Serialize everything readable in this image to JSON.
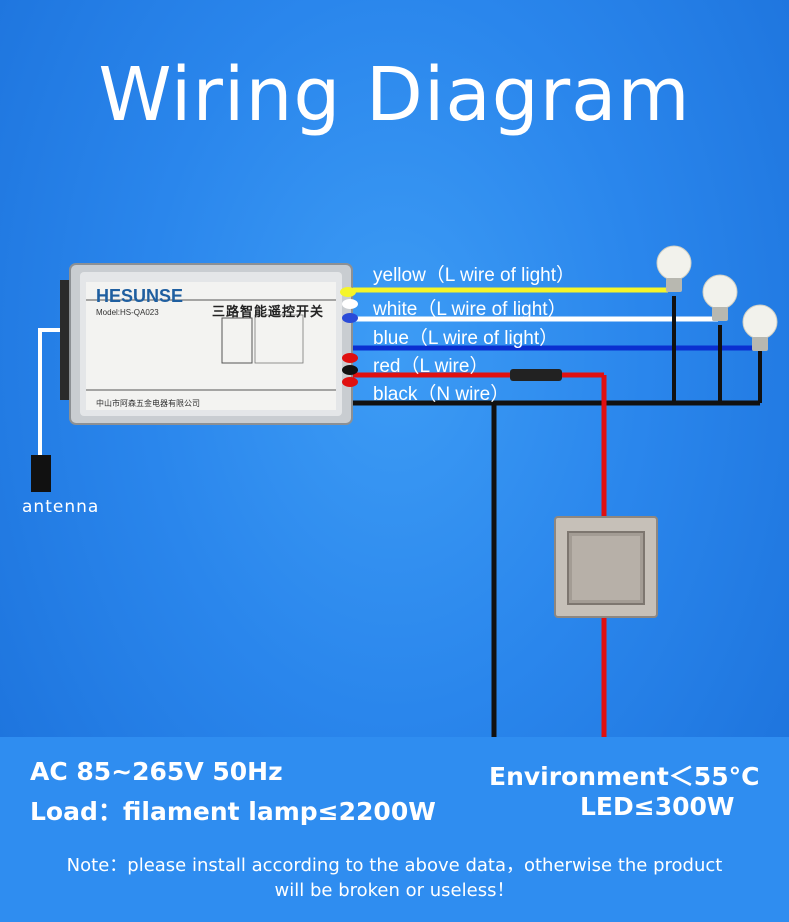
{
  "title": "Wiring Diagram",
  "wires": [
    {
      "color_name": "yellow",
      "label": "yellow（L wire of light）",
      "color": "#f5f52a"
    },
    {
      "color_name": "white",
      "label": "white（L wire of light）",
      "color": "#ffffff"
    },
    {
      "color_name": "blue",
      "label": "blue（L wire of light）",
      "color": "#0a2fd0"
    },
    {
      "color_name": "red",
      "label": "red（L wire）",
      "color": "#e01010"
    },
    {
      "color_name": "black",
      "label": "black（N wire）",
      "color": "#111111"
    }
  ],
  "antenna_label": "antenna",
  "device": {
    "brand": "HESUNSE",
    "model": "Model:HS-QA023",
    "name_cn": "三路智能遥控开关",
    "maker_cn": "中山市阿森五金电器有限公司"
  },
  "specs": {
    "voltage": "AC 85~265V  50Hz",
    "load": "Load：filament lamp≤2200W",
    "environment": "Environment＜55°C",
    "led": "LED≤300W"
  },
  "note_line1": "Note：please install according to the above data，otherwise the product",
  "note_line2": "will be broken or useless！"
}
